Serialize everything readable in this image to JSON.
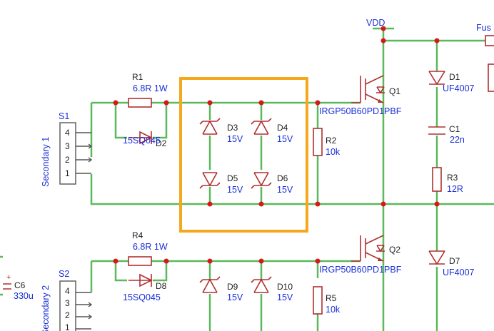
{
  "nets": {
    "vdd": "VDD",
    "fuse": "Fus"
  },
  "connectors": {
    "s1": {
      "ref": "S1",
      "name": "Secondary 1",
      "pins": [
        "4",
        "3",
        "2",
        "1"
      ]
    },
    "s2": {
      "ref": "S2",
      "name": "Secondary 2",
      "pins": [
        "4",
        "3",
        "2",
        "1"
      ]
    }
  },
  "resistors": {
    "r1": {
      "ref": "R1",
      "value": "6.8R 1W"
    },
    "r2": {
      "ref": "R2",
      "value": "10k"
    },
    "r3": {
      "ref": "R3",
      "value": "12R"
    },
    "r4": {
      "ref": "R4",
      "value": "6.8R 1W"
    },
    "r5": {
      "ref": "R5",
      "value": "10k"
    }
  },
  "diodes": {
    "d1": {
      "ref": "D1",
      "value": "UF4007"
    },
    "d2": {
      "ref": "D2",
      "value": "15SQ045"
    },
    "d3": {
      "ref": "D3",
      "value": "15V"
    },
    "d4": {
      "ref": "D4",
      "value": "15V"
    },
    "d5": {
      "ref": "D5",
      "value": "15V"
    },
    "d6": {
      "ref": "D6",
      "value": "15V"
    },
    "d7": {
      "ref": "D7",
      "value": "UF4007"
    },
    "d8": {
      "ref": "D8",
      "value": "15SQ045"
    },
    "d9": {
      "ref": "D9",
      "value": "15V"
    },
    "d10": {
      "ref": "D10",
      "value": "15V"
    }
  },
  "transistors": {
    "q1": {
      "ref": "Q1",
      "value": "IRGP50B60PD1PBF"
    },
    "q2": {
      "ref": "Q2",
      "value": "IRGP50B60PD1PBF"
    }
  },
  "capacitors": {
    "c1": {
      "ref": "C1",
      "value": "22n"
    },
    "c6": {
      "ref": "C6",
      "value": "330u",
      "polarity": "+"
    }
  },
  "highlight_color": "#f5a81c",
  "wire_color": "#5cb85c",
  "part_color": "#b03030",
  "label_color": "#1a2fd6"
}
